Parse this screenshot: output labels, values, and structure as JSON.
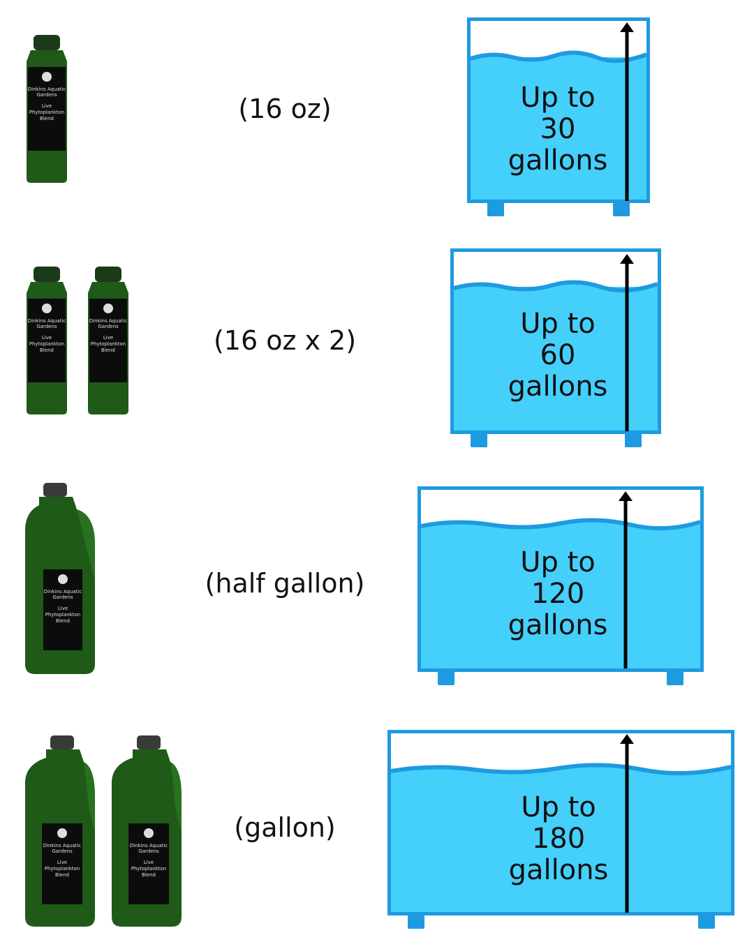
{
  "rows": [
    {
      "size_label": "(16 oz)",
      "tank": {
        "line1": "Up to",
        "line2": "30",
        "line3": "gallons"
      },
      "bottles": {
        "type": "16oz",
        "count": 1
      }
    },
    {
      "size_label": "(16 oz x 2)",
      "tank": {
        "line1": "Up to",
        "line2": "60",
        "line3": "gallons"
      },
      "bottles": {
        "type": "16oz",
        "count": 2
      }
    },
    {
      "size_label": "(half gallon)",
      "tank": {
        "line1": "Up to",
        "line2": "120",
        "line3": "gallons"
      },
      "bottles": {
        "type": "jug",
        "count": 1
      }
    },
    {
      "size_label": "(gallon)",
      "tank": {
        "line1": "Up to",
        "line2": "180",
        "line3": "gallons"
      },
      "bottles": {
        "type": "jug",
        "count": 2
      }
    }
  ],
  "bottle_label": {
    "brand_line1": "Dinkins Aquatic",
    "brand_line2": "Gardens",
    "product_line1": "Live",
    "product_line2": "Phytoplankton",
    "product_line3": "Blend"
  },
  "colors": {
    "tank_frame": "#1e9ae0",
    "water": "#45cffb",
    "bottle_green": "#1f5a18",
    "label_black": "#0c0c0c"
  },
  "icons": [
    "fish-logo-icon",
    "up-arrow-icon"
  ]
}
